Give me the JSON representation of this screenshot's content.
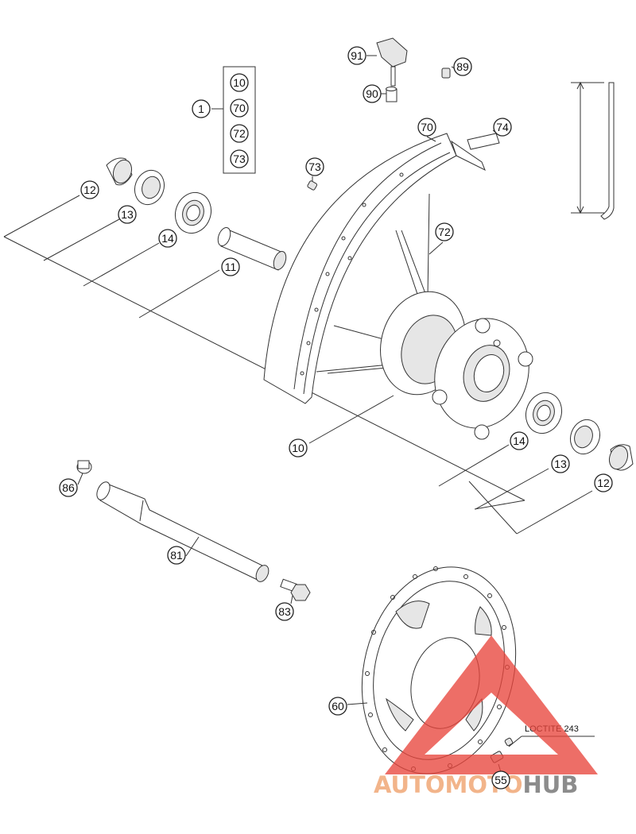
{
  "diagram": {
    "callouts": {
      "c1": "1",
      "c10_kit": "10",
      "c70_kit": "70",
      "c72_kit": "72",
      "c73_kit": "73",
      "c91": "91",
      "c89": "89",
      "c90": "90",
      "c70": "70",
      "c74": "74",
      "c73": "73",
      "c72": "72",
      "c12_left": "12",
      "c13_left": "13",
      "c14_left": "14",
      "c11": "11",
      "c10": "10",
      "c14_right": "14",
      "c13_right": "13",
      "c12_right": "12",
      "c86": "86",
      "c81": "81",
      "c83": "83",
      "c60": "60",
      "c55": "55"
    },
    "note": "LOCTITE 243"
  },
  "watermark": {
    "text_a": "AUTOMOTO",
    "text_b": "HUB",
    "color_a": "#f2b48a",
    "color_b": "#8c8c8c",
    "triangle_color": "#e8453c"
  }
}
